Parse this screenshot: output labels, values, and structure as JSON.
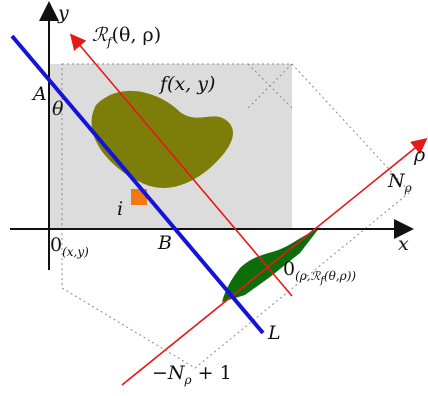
{
  "labels": {
    "y_axis": "y",
    "x_axis": "x",
    "rho_axis": "ρ",
    "radon_axis_R": "ℛ",
    "radon_axis_sub": "f",
    "radon_axis_args": "(θ, ρ)",
    "function": "f(x, y)",
    "point_A": "A",
    "angle": "θ",
    "pixel": "i",
    "point_B": "B",
    "origin_xy_main": "0",
    "origin_xy_sub": "(x,y)",
    "origin_rho_main": "0",
    "origin_rho_sub": "(ρ,ℛ",
    "origin_rho_subsub": "f",
    "origin_rho_sub_end": "(θ,ρ))",
    "n_rho_main": "N",
    "n_rho_sub": "ρ",
    "line_L": "L",
    "neg_n_rho_prefix": "−N",
    "neg_n_rho_sub": "ρ",
    "neg_n_rho_suffix": " + 1"
  },
  "colors": {
    "image_region": "#dcdcdc",
    "function_blob": "#7d7d0a",
    "line_L": "#1414d8",
    "red_axes": "#e81818",
    "projection": "#0b6e0b",
    "pixel": "#f07a10",
    "axes": "#111111",
    "dotted": "#8a8a8a"
  }
}
